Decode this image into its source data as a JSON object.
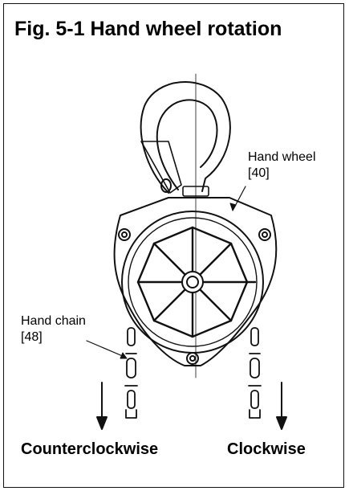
{
  "figure": {
    "title": "Fig. 5-1 Hand wheel rotation",
    "callouts": {
      "hand_wheel": {
        "name": "Hand wheel",
        "ref": "[40]"
      },
      "hand_chain": {
        "name": "Hand chain",
        "ref": "[48]"
      }
    },
    "directions": {
      "left": "Counterclockwise",
      "right": "Clockwise"
    }
  }
}
